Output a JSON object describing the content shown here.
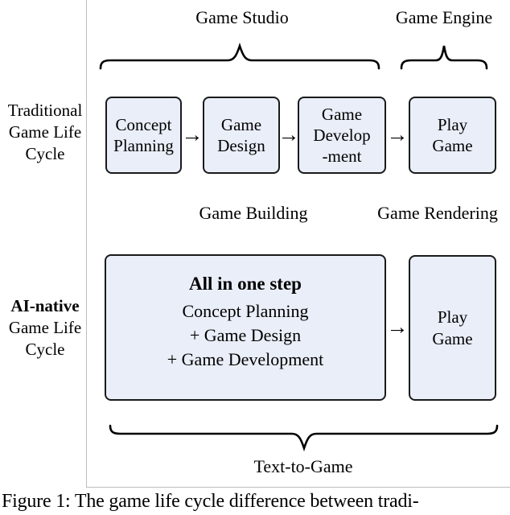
{
  "diagram": {
    "top_labels": {
      "game_studio": "Game Studio",
      "game_engine": "Game Engine"
    },
    "traditional_row": {
      "label_lines": [
        "Traditional",
        "Game Life",
        "Cycle"
      ],
      "boxes": [
        {
          "lines": [
            "Concept",
            "Planning"
          ]
        },
        {
          "lines": [
            "Game",
            "Design"
          ]
        },
        {
          "lines": [
            "Game",
            "Develop",
            "-ment"
          ]
        },
        {
          "lines": [
            "Play",
            "Game"
          ]
        }
      ],
      "arrow": "→"
    },
    "mid_labels": {
      "game_building": "Game Building",
      "game_rendering": "Game Rendering"
    },
    "ai_row": {
      "label_lines": [
        "AI-native",
        "Game Life",
        "Cycle"
      ],
      "big_box": {
        "title": "All in one step",
        "lines": [
          "Concept Planning",
          "+ Game Design",
          "+ Game Development"
        ]
      },
      "play_box_lines": [
        "Play",
        "Game"
      ],
      "arrow": "→"
    },
    "bottom_label": "Text-to-Game",
    "colors": {
      "box_fill": "#e9eef8",
      "box_border": "#1a1a1a",
      "frame_gray": "#bdbdbd",
      "text": "#000000"
    }
  },
  "caption": "Figure 1: The game life cycle difference between tradi-"
}
